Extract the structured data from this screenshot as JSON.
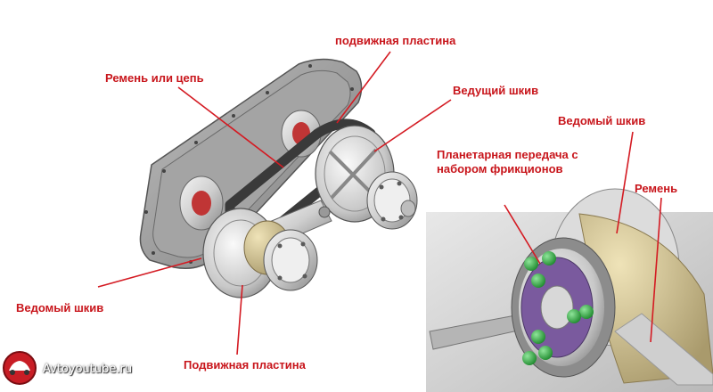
{
  "labels": {
    "movable_plate_top": "подвижная пластина",
    "belt_or_chain": "Ремень или цепь",
    "driving_pulley": "Ведущий шкив",
    "driven_pulley_right": "Ведомый шкив",
    "planetary_gear": "Планетарная передача с набором фрикционов",
    "belt": "Ремень",
    "driven_pulley_left": "Ведомый шкив",
    "movable_plate_bottom": "Подвижная пластина"
  },
  "watermark": {
    "text": "Avtoyoutube.ru"
  },
  "colors": {
    "label": "#c8151b",
    "leader": "#d41a22",
    "housing": "#9a9a9a",
    "metal_light": "#e6e6e6",
    "metal_dark": "#6d6d6d",
    "belt": "#3a3a3a",
    "friction_green": "#3bb54a",
    "friction_purple": "#7a5a9e",
    "brass": "#c9b889"
  }
}
